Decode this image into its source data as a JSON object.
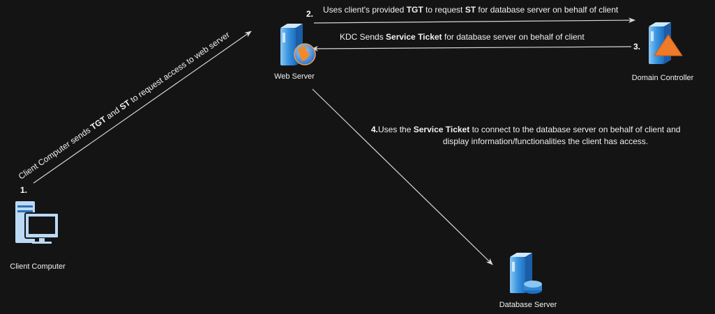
{
  "nodes": {
    "client": {
      "label": "Client Computer",
      "icon": "client-computer-icon"
    },
    "web": {
      "label": "Web Server",
      "icon": "web-server-icon"
    },
    "dc": {
      "label": "Domain Controller",
      "icon": "domain-controller-icon"
    },
    "db": {
      "label": "Database Server",
      "icon": "database-server-icon"
    }
  },
  "edges": {
    "step1": {
      "num": "1.",
      "pre": "Client Computer sends ",
      "b1": "TGT",
      "mid": " and ",
      "b2": "ST",
      "post": " to request access to web server"
    },
    "step2": {
      "num": "2.",
      "pre": "Uses client's provided ",
      "b1": "TGT",
      "mid": " to request ",
      "b2": "ST",
      "post": " for database server on behalf of client"
    },
    "step3": {
      "num": "3.",
      "pre": "KDC Sends ",
      "b1": "Service Ticket",
      "post": " for database server  on behalf of client"
    },
    "step4": {
      "num": "4.",
      "pre": "Uses the ",
      "b1": "Service Ticket",
      "post": " to connect to the database server on behalf of client and",
      "line2": "display information/functionalities the client has access."
    }
  },
  "colors": {
    "background": "#141414",
    "server_blue": "#2f87d6",
    "server_light": "#bfe1fb",
    "client_blue": "#bcd9f5",
    "triangle_orange": "#ee7a2a",
    "globe_blue": "#3a7fd0",
    "arrow": "#d8d8d8"
  }
}
